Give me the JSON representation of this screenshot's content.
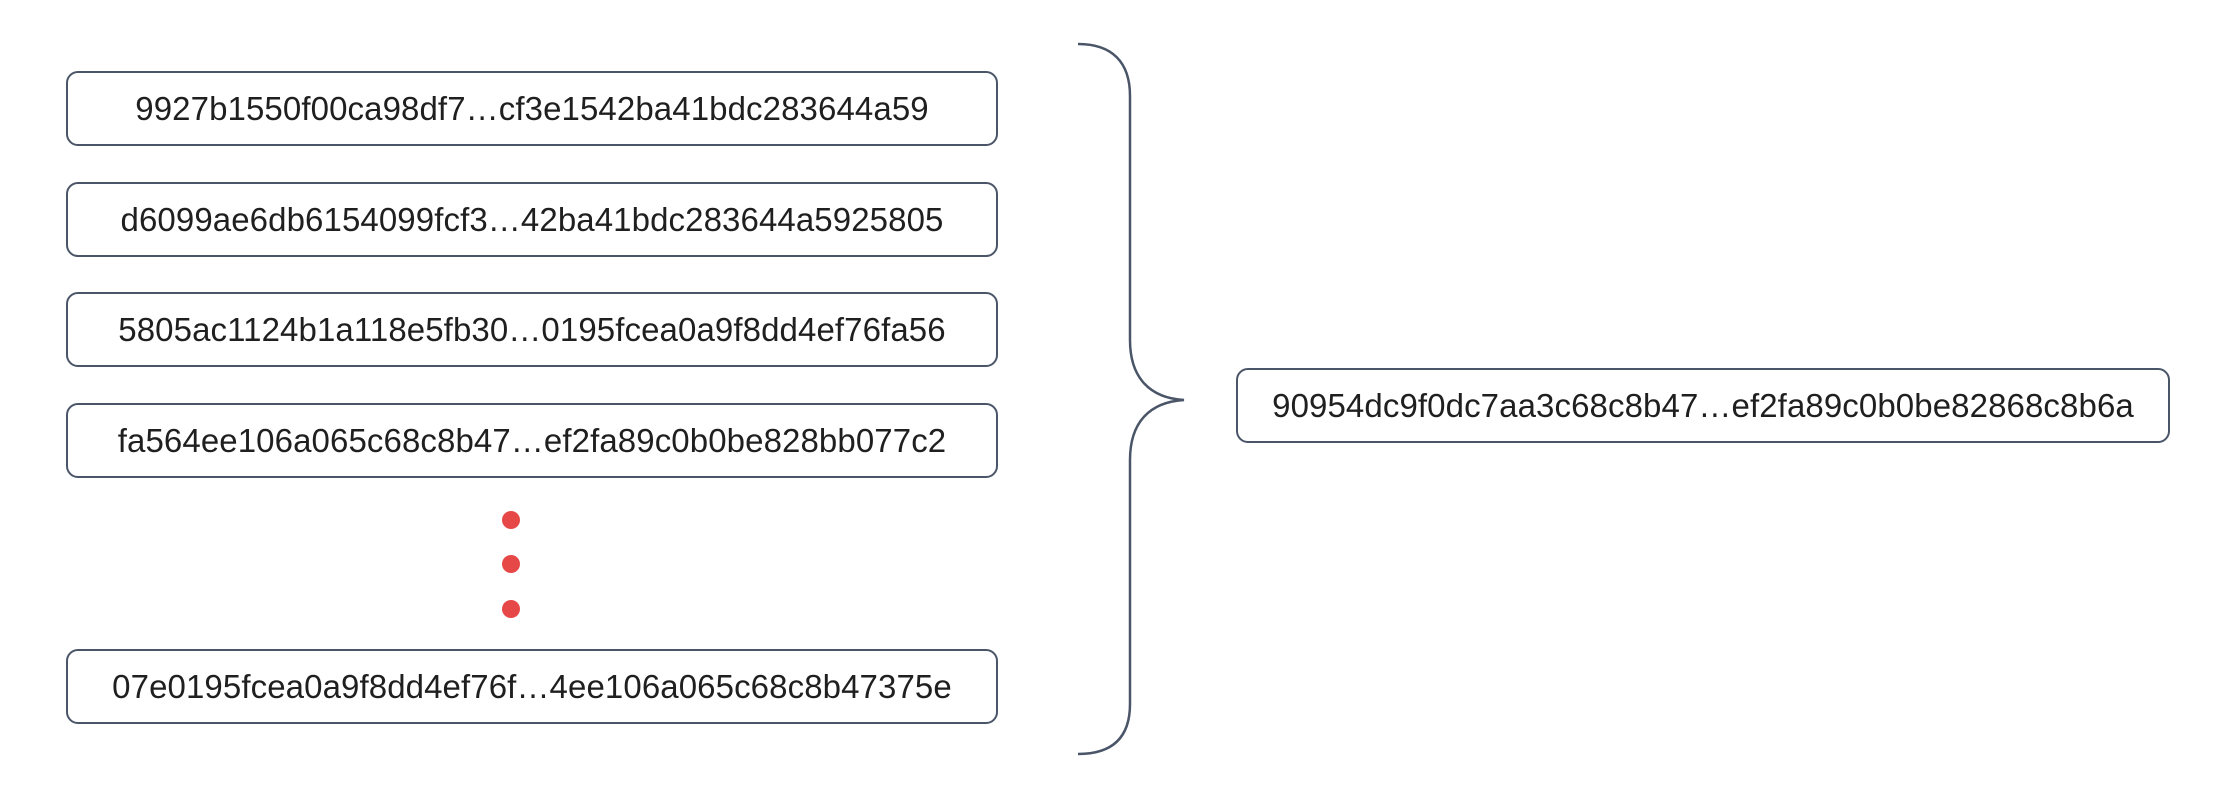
{
  "inputs": [
    {
      "hash": "9927b1550f00ca98df7…cf3e1542ba41bdc283644a59"
    },
    {
      "hash": "d6099ae6db6154099fcf3…42ba41bdc283644a5925805"
    },
    {
      "hash": "5805ac1124b1a118e5fb30…0195fcea0a9f8dd4ef76fa56"
    },
    {
      "hash": "fa564ee106a065c68c8b47…ef2fa89c0b0be828bb077c2"
    },
    {
      "hash": "07e0195fcea0a9f8dd4ef76f…4ee106a065c68c8b47375e"
    }
  ],
  "output": {
    "hash": "90954dc9f0dc7aa3c68c8b47…ef2fa89c0b0be82868c8b6a"
  },
  "colors": {
    "box_border": "#4a5568",
    "ellipsis_dots": "#e64848",
    "text": "#1f1f1f"
  }
}
